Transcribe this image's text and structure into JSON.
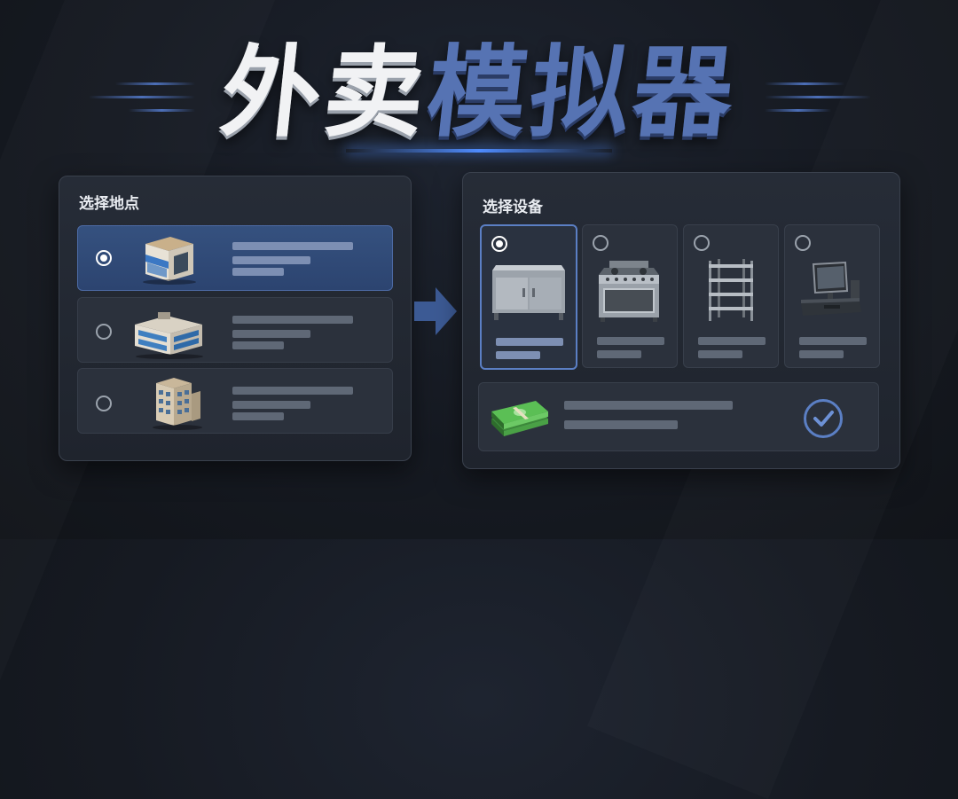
{
  "app": {
    "title_white": "外卖",
    "title_blue": "模拟器"
  },
  "location_panel": {
    "title": "选择地点",
    "options": [
      {
        "name": "storefront-shop",
        "icon": "storefront-icon",
        "selected": true
      },
      {
        "name": "modern-office-building",
        "icon": "office-building-icon",
        "selected": false
      },
      {
        "name": "apartment-building",
        "icon": "apartment-building-icon",
        "selected": false
      }
    ]
  },
  "equipment_panel": {
    "title": "选择设备",
    "options": [
      {
        "name": "commercial-refrigerated-counter",
        "icon": "refrigerated-counter-icon",
        "selected": true
      },
      {
        "name": "commercial-stove-oven",
        "icon": "stove-oven-icon",
        "selected": false
      },
      {
        "name": "metal-storage-shelf",
        "icon": "storage-shelf-icon",
        "selected": false
      },
      {
        "name": "pos-cash-register",
        "icon": "pos-terminal-icon",
        "selected": false
      }
    ],
    "summary": {
      "icon": "money-stack-icon",
      "confirm_icon": "check-circle-icon"
    }
  },
  "colors": {
    "accent": "#5b7fc4",
    "selected_card": "#35517f",
    "title_blue": "#5673b3",
    "background": "#161a22"
  }
}
